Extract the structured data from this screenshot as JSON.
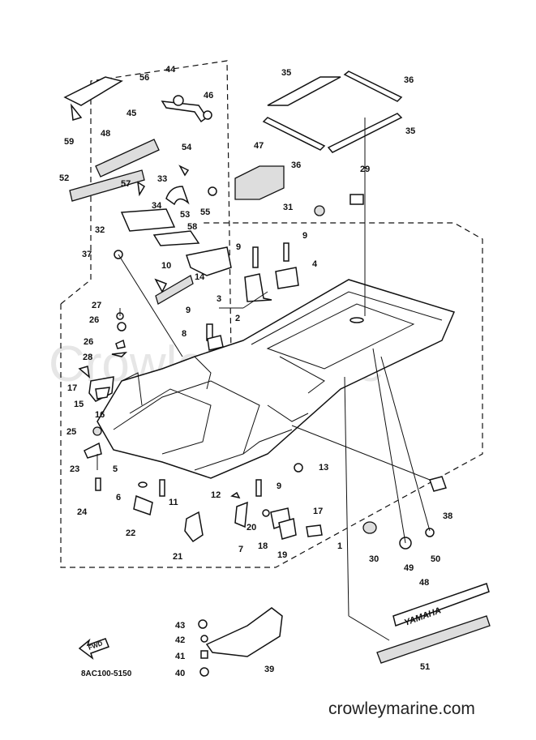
{
  "watermark": "CrowleyMarine",
  "diagram_code": "8AC100-5150",
  "website": "crowleymarine.com",
  "decal_text": "YAMAHA",
  "fwd_label": "FWD",
  "parts": {
    "p56": "56",
    "p44": "44",
    "p46": "46",
    "p45": "45",
    "p59": "59",
    "p48a": "48",
    "p52": "52",
    "p54": "54",
    "p57": "57",
    "p33": "33",
    "p34": "34",
    "p53": "53",
    "p55": "55",
    "p32": "32",
    "p58": "58",
    "p37": "37",
    "p10": "10",
    "p14": "14",
    "p35a": "35",
    "p36a": "36",
    "p35b": "35",
    "p36b": "36",
    "p47": "47",
    "p29": "29",
    "p31": "31",
    "p9a": "9",
    "p9b": "9",
    "p4": "4",
    "p3": "3",
    "p2": "2",
    "p9c": "9",
    "p8": "8",
    "p27": "27",
    "p26a": "26",
    "p26b": "26",
    "p28": "28",
    "p17a": "17",
    "p15": "15",
    "p16": "16",
    "p25": "25",
    "p23": "23",
    "p24": "24",
    "p5": "5",
    "p6": "6",
    "p11": "11",
    "p22": "22",
    "p21": "21",
    "p12": "12",
    "p9d": "9",
    "p13": "13",
    "p20": "20",
    "p7": "7",
    "p18": "18",
    "p19": "19",
    "p17b": "17",
    "p1": "1",
    "p30": "30",
    "p38": "38",
    "p49": "49",
    "p50": "50",
    "p48b": "48",
    "p51": "51",
    "p43": "43",
    "p42": "42",
    "p41": "41",
    "p40": "40",
    "p39": "39"
  }
}
